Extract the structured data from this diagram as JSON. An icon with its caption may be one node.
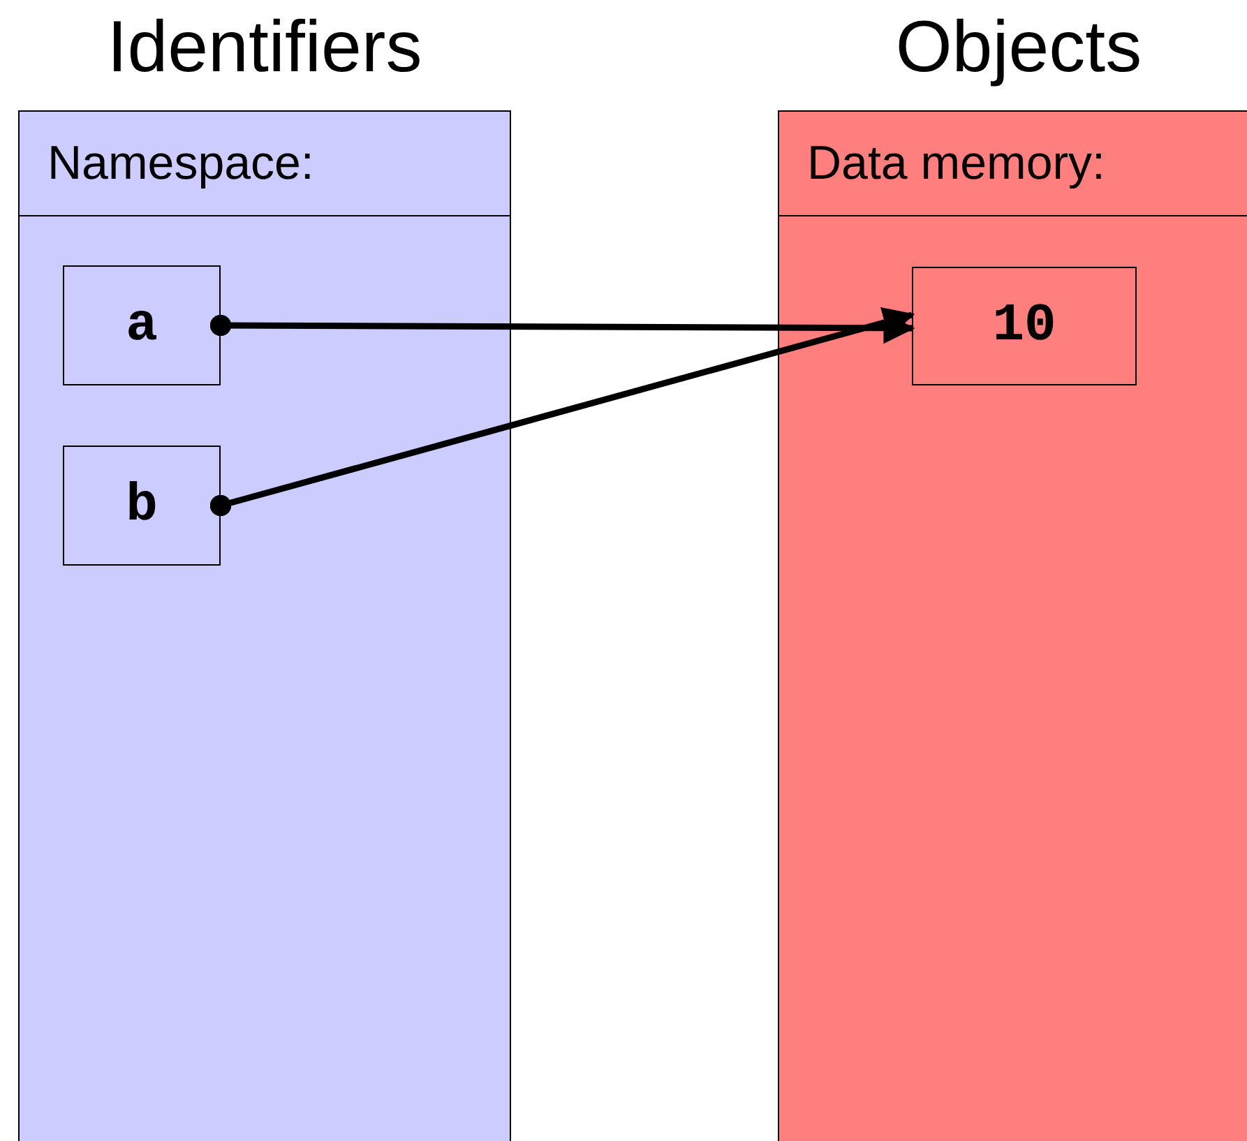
{
  "diagram": {
    "nodes": [
      {
        "text": [
          "Identifiers",
          "Namespace:"
        ]
      },
      {
        "text": [
          "a"
        ],
        "in": 0
      },
      {
        "text": [
          "b"
        ],
        "in": 0
      },
      {
        "text": [
          "Objects",
          "Data memory:"
        ]
      },
      {
        "text": [
          "10"
        ],
        "in": 3
      }
    ],
    "edges": [
      {
        "from": 1,
        "to": 4,
        "arrow": "to"
      },
      {
        "from": 2,
        "to": 4,
        "arrow": "to"
      }
    ]
  }
}
